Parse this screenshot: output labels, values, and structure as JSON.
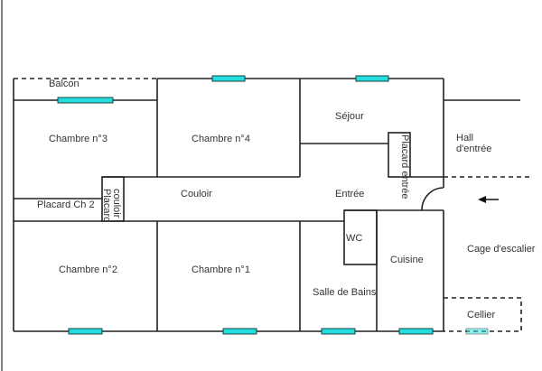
{
  "rooms": {
    "balcon": "Balcon",
    "chambre3": "Chambre n°3",
    "chambre4": "Chambre n°4",
    "sejour": "Séjour",
    "placard_entree": "Placard entrée",
    "hall_line1": "Hall",
    "hall_line2": "d'entrée",
    "placard_ch2": "Placard Ch 2",
    "placard_couloir_line1": "Placard",
    "placard_couloir_line2": "couloir",
    "couloir": "Couloir",
    "entree": "Entrée",
    "wc": "WC",
    "cuisine": "Cuisine",
    "cage_escalier": "Cage d'escalier",
    "chambre2": "Chambre n°2",
    "chambre1": "Chambre n°1",
    "salle_de_bains": "Salle de Bains",
    "cellier": "Cellier"
  },
  "colors": {
    "window": "#22dede",
    "wall": "#222222"
  },
  "icons": {
    "entrance": "arrow-left-icon"
  }
}
